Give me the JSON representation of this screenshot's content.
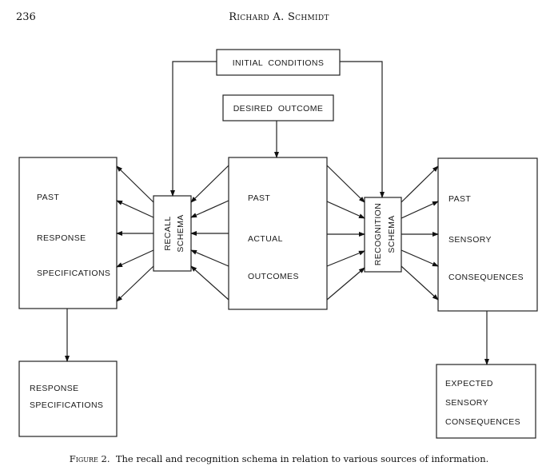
{
  "header": {
    "page_number": "236",
    "running_head": "Richard A. Schmidt"
  },
  "diagram": {
    "boxes": {
      "initial_conditions": [
        "INITIAL  CONDITIONS"
      ],
      "desired_outcome": [
        "DESIRED  OUTCOME"
      ],
      "past_response_specifications": [
        "PAST",
        "RESPONSE",
        "SPECIFICATIONS"
      ],
      "recall_schema": [
        "RECALL",
        "SCHEMA"
      ],
      "past_actual_outcomes": [
        "PAST",
        "ACTUAL",
        "OUTCOMES"
      ],
      "recognition_schema": [
        "RECOGNITION",
        "SCHEMA"
      ],
      "past_sensory_consequences": [
        "PAST",
        "SENSORY",
        "CONSEQUENCES"
      ],
      "response_specifications": [
        "RESPONSE",
        "SPECIFICATIONS"
      ],
      "expected_sensory_consequences": [
        "EXPECTED",
        "SENSORY",
        "CONSEQUENCES"
      ]
    }
  },
  "caption": {
    "figure_label": "Figure 2.",
    "text": "The recall and recognition schema in relation to various sources of information."
  }
}
